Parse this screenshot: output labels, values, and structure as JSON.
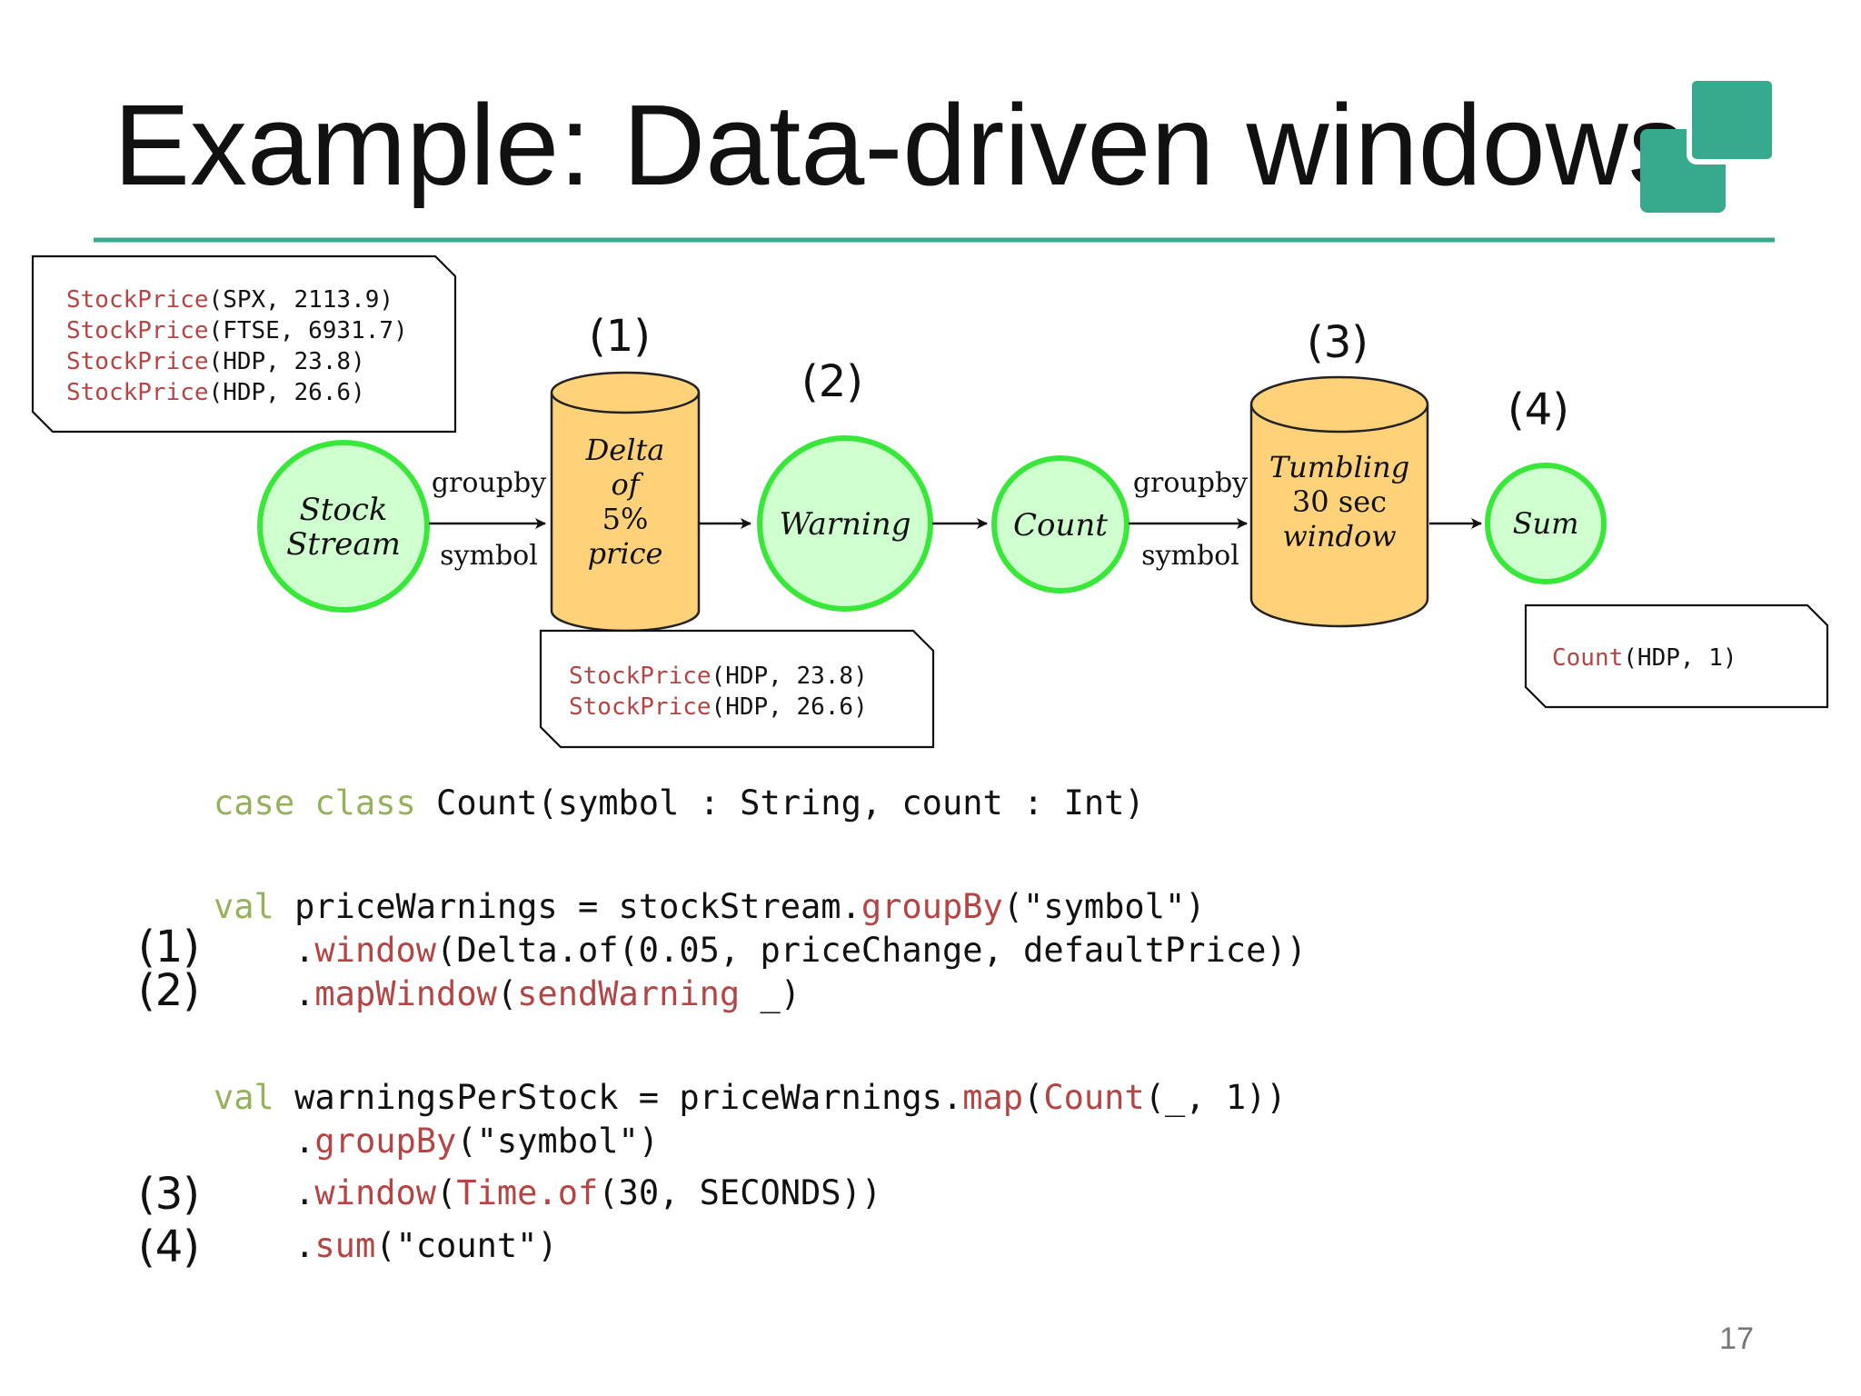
{
  "slide": {
    "title": "Example: Data-driven windows",
    "page_number": "17"
  },
  "colors": {
    "accent": "#37aa8d",
    "node_circle_fill": "#cfffcf",
    "node_circle_stroke": "#38e838",
    "node_db_fill": "#ffd27a",
    "keyword": "#95b15b",
    "method": "#b54545",
    "code_text": "#111111"
  },
  "diagram": {
    "nodes": [
      {
        "id": "stock-stream",
        "shape": "circle",
        "lines": [
          "Stock",
          "Stream"
        ]
      },
      {
        "id": "delta",
        "shape": "database",
        "lines": [
          "Delta",
          "of",
          "5%",
          "price"
        ],
        "step_label": "(1)"
      },
      {
        "id": "warning",
        "shape": "circle",
        "lines": [
          "Warning"
        ],
        "step_label": "(2)"
      },
      {
        "id": "count",
        "shape": "circle",
        "lines": [
          "Count"
        ]
      },
      {
        "id": "tumbling",
        "shape": "database",
        "lines": [
          "Tumbling",
          "30 sec",
          "window"
        ],
        "step_label": "(3)"
      },
      {
        "id": "sum",
        "shape": "circle",
        "lines": [
          "Sum"
        ],
        "step_label": "(4)"
      }
    ],
    "edges": [
      {
        "from": "stock-stream",
        "to": "delta",
        "label_top": "groupby",
        "label_bottom": "symbol"
      },
      {
        "from": "delta",
        "to": "warning"
      },
      {
        "from": "warning",
        "to": "count"
      },
      {
        "from": "count",
        "to": "tumbling",
        "label_top": "groupby",
        "label_bottom": "symbol"
      },
      {
        "from": "tumbling",
        "to": "sum"
      }
    ],
    "notes": [
      {
        "id": "input-note",
        "lines": [
          {
            "fn": "StockPrice",
            "args": "(SPX, 2113.9)"
          },
          {
            "fn": "StockPrice",
            "args": "(FTSE, 6931.7)"
          },
          {
            "fn": "StockPrice",
            "args": "(HDP, 23.8)"
          },
          {
            "fn": "StockPrice",
            "args": "(HDP, 26.6)"
          }
        ]
      },
      {
        "id": "delta-output-note",
        "lines": [
          {
            "fn": "StockPrice",
            "args": "(HDP, 23.8)"
          },
          {
            "fn": "StockPrice",
            "args": "(HDP, 26.6)"
          }
        ]
      },
      {
        "id": "sum-output-note",
        "lines": [
          {
            "fn": "Count",
            "args": "(HDP, 1)"
          }
        ]
      }
    ]
  },
  "code": {
    "lines": [
      {
        "margin": "",
        "tokens": [
          [
            "kw",
            "case class "
          ],
          [
            "pl",
            "Count(symbol : String, count : Int)"
          ]
        ]
      },
      {
        "margin": "",
        "tokens": []
      },
      {
        "margin": "",
        "tokens": [
          [
            "kw",
            "val "
          ],
          [
            "pl",
            "priceWarnings = stockStream."
          ],
          [
            "fn",
            "groupBy"
          ],
          [
            "pl",
            "(\"symbol\")"
          ]
        ]
      },
      {
        "margin": "(1)",
        "tokens": [
          [
            "pl",
            "    ."
          ],
          [
            "fn",
            "window"
          ],
          [
            "pl",
            "(Delta.of(0.05, priceChange, defaultPrice))"
          ]
        ]
      },
      {
        "margin": "(2)",
        "tokens": [
          [
            "pl",
            "    ."
          ],
          [
            "fn",
            "mapWindow"
          ],
          [
            "pl",
            "("
          ],
          [
            "fn",
            "sendWarning"
          ],
          [
            "pl",
            " _)"
          ]
        ]
      },
      {
        "margin": "",
        "tokens": []
      },
      {
        "margin": "",
        "tokens": [
          [
            "kw",
            "val "
          ],
          [
            "pl",
            "warningsPerStock = priceWarnings."
          ],
          [
            "fn",
            "map"
          ],
          [
            "pl",
            "("
          ],
          [
            "fn",
            "Count"
          ],
          [
            "pl",
            "(_, 1))"
          ]
        ]
      },
      {
        "margin": "",
        "tokens": [
          [
            "pl",
            "    ."
          ],
          [
            "fn",
            "groupBy"
          ],
          [
            "pl",
            "(\"symbol\")"
          ]
        ]
      },
      {
        "margin": "(3)",
        "tokens": [
          [
            "pl",
            "    ."
          ],
          [
            "fn",
            "window"
          ],
          [
            "pl",
            "("
          ],
          [
            "fn",
            "Time.of"
          ],
          [
            "pl",
            "(30, SECONDS))"
          ]
        ]
      },
      {
        "margin": "(4)",
        "tokens": [
          [
            "pl",
            "    ."
          ],
          [
            "fn",
            "sum"
          ],
          [
            "pl",
            "(\"count\")"
          ]
        ]
      }
    ]
  }
}
